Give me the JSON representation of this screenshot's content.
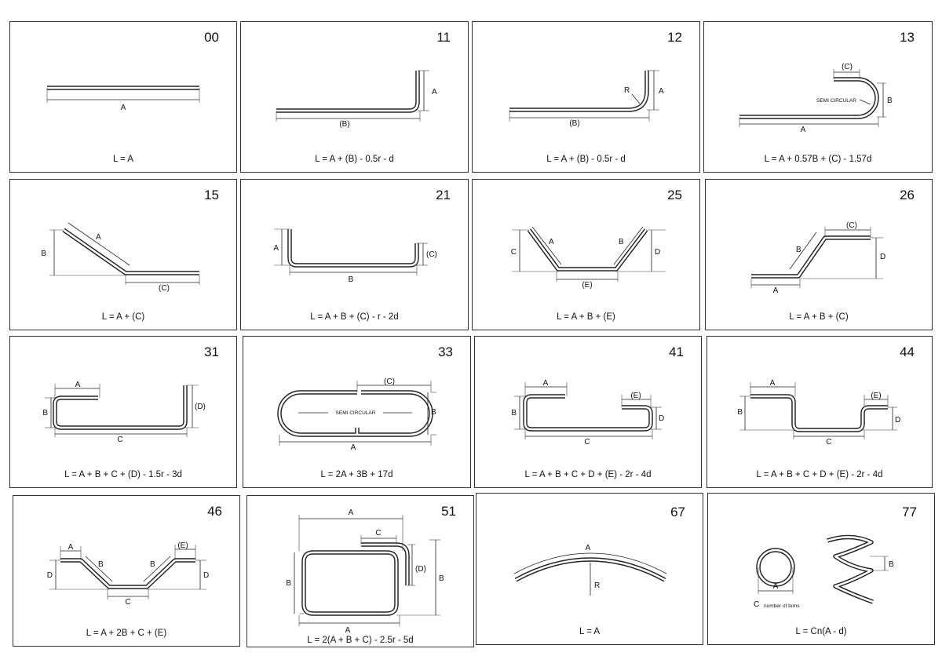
{
  "cards": [
    {
      "code": "00",
      "formula": "L = A",
      "labels": {
        "a": "A"
      }
    },
    {
      "code": "11",
      "formula": "L = A + (B) - 0.5r - d",
      "labels": {
        "a": "A",
        "b": "(B)"
      }
    },
    {
      "code": "12",
      "formula": "L = A + (B) - 0.5r - d",
      "labels": {
        "a": "A",
        "b": "(B)",
        "r": "R"
      }
    },
    {
      "code": "13",
      "formula": "L = A + 0.57B + (C) - 1.57d",
      "labels": {
        "a": "A",
        "b": "B",
        "c": "(C)",
        "note": "SEMI CIRCULAR"
      }
    },
    {
      "code": "15",
      "formula": "L = A + (C)",
      "labels": {
        "a": "A",
        "b": "B",
        "c": "(C)"
      }
    },
    {
      "code": "21",
      "formula": "L = A + B + (C) - r - 2d",
      "labels": {
        "a": "A",
        "b": "B",
        "c": "(C)"
      }
    },
    {
      "code": "25",
      "formula": "L = A + B + (E)",
      "labels": {
        "a": "A",
        "b": "B",
        "c": "C",
        "d": "D",
        "e": "(E)"
      }
    },
    {
      "code": "26",
      "formula": "L = A + B + (C)",
      "labels": {
        "a": "A",
        "b": "B",
        "c": "(C)",
        "d": "D"
      }
    },
    {
      "code": "31",
      "formula": "L = A + B + C + (D) - 1.5r - 3d",
      "labels": {
        "a": "A",
        "b": "B",
        "c": "C",
        "d": "(D)"
      }
    },
    {
      "code": "33",
      "formula": "L = 2A + 3B + 17d",
      "labels": {
        "a": "A",
        "b": "B",
        "c": "(C)",
        "note": "SEMI CIRCULAR"
      }
    },
    {
      "code": "41",
      "formula": "L = A + B + C + D + (E) - 2r - 4d",
      "labels": {
        "a": "A",
        "b": "B",
        "c": "C",
        "d": "D",
        "e": "(E)"
      }
    },
    {
      "code": "44",
      "formula": "L = A + B + C + D + (E) - 2r - 4d",
      "labels": {
        "a": "A",
        "b": "B",
        "c": "C",
        "d": "D",
        "e": "(E)"
      }
    },
    {
      "code": "46",
      "formula": "L = A + 2B + C + (E)",
      "labels": {
        "a": "A",
        "b": "B",
        "c": "C",
        "d": "D",
        "e": "(E)"
      }
    },
    {
      "code": "51",
      "formula": "L = 2(A + B + C) - 2.5r - 5d",
      "labels": {
        "a": "A",
        "b": "B",
        "c": "C",
        "d": "(D)"
      }
    },
    {
      "code": "67",
      "formula": "L = A",
      "labels": {
        "a": "A",
        "r": "R"
      }
    },
    {
      "code": "77",
      "formula": "L = Cn(A - d)",
      "labels": {
        "a": "A",
        "b": "B",
        "c": "C",
        "turns": "number of turns"
      }
    }
  ]
}
